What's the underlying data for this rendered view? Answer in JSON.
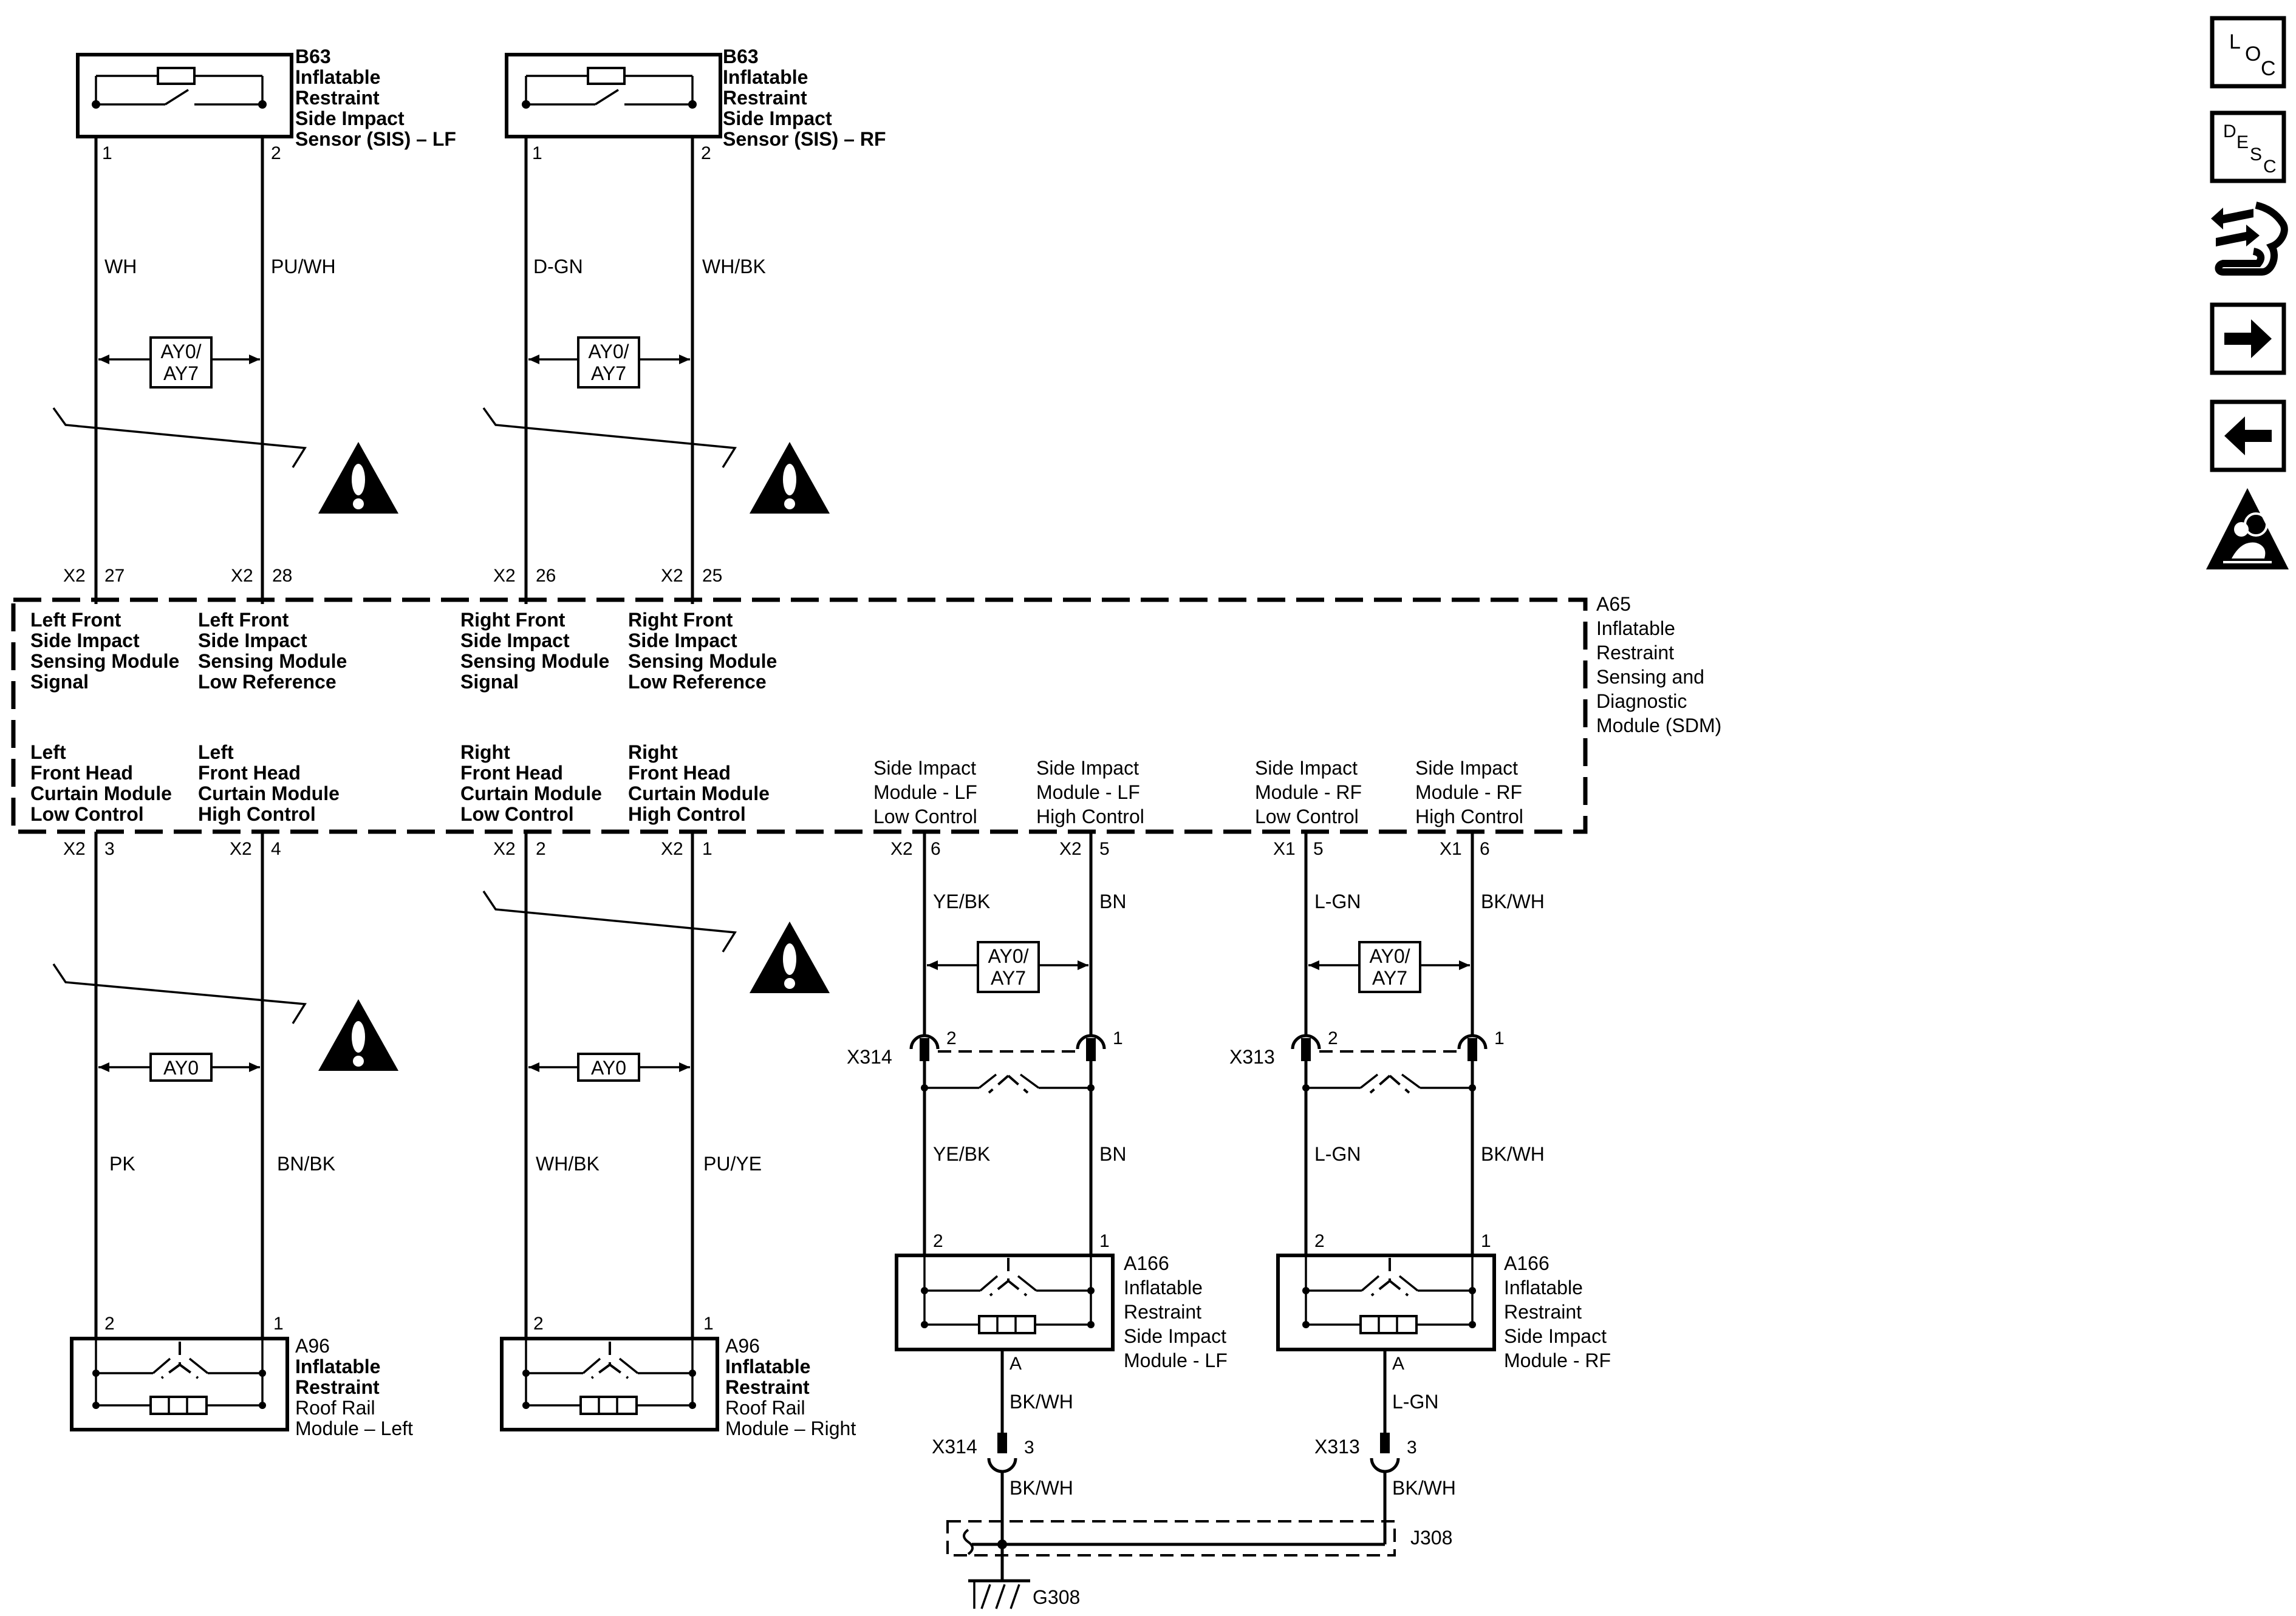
{
  "components": {
    "sis_lf": {
      "id": "B63",
      "lines": [
        "Inflatable",
        "Restraint",
        "Side Impact",
        "Sensor (SIS) – LF"
      ],
      "pins": [
        "1",
        "2"
      ]
    },
    "sis_rf": {
      "id": "B63",
      "lines": [
        "Inflatable",
        "Restraint",
        "Side Impact",
        "Sensor (SIS) – RF"
      ],
      "pins": [
        "1",
        "2"
      ]
    },
    "sdm": {
      "id": "A65",
      "lines": [
        "Inflatable",
        "Restraint",
        "Sensing and",
        "Diagnostic",
        "Module (SDM)"
      ]
    },
    "roof_left": {
      "id": "A96",
      "lines": [
        "Inflatable",
        "Restraint",
        "Roof Rail",
        "Module – Left"
      ],
      "pins": [
        "2",
        "1"
      ]
    },
    "roof_right": {
      "id": "A96",
      "lines": [
        "Inflatable",
        "Restraint",
        "Roof Rail",
        "Module – Right"
      ],
      "pins": [
        "2",
        "1"
      ]
    },
    "side_lf": {
      "id": "A166",
      "lines": [
        "Inflatable",
        "Restraint",
        "Side Impact",
        "Module - LF"
      ],
      "pins": [
        "2",
        "1"
      ],
      "pin_a": "A"
    },
    "side_rf": {
      "id": "A166",
      "lines": [
        "Inflatable",
        "Restraint",
        "Side Impact",
        "Module - RF"
      ],
      "pins": [
        "2",
        "1"
      ],
      "pin_a": "A"
    }
  },
  "sdm_pins": {
    "top": [
      {
        "conn": "X2",
        "pin": "27",
        "lines": [
          "Left Front",
          "Side Impact",
          "Sensing Module",
          "Signal"
        ]
      },
      {
        "conn": "X2",
        "pin": "28",
        "lines": [
          "Left Front",
          "Side Impact",
          "Sensing Module",
          "Low Reference"
        ]
      },
      {
        "conn": "X2",
        "pin": "26",
        "lines": [
          "Right Front",
          "Side Impact",
          "Sensing Module",
          "Signal"
        ]
      },
      {
        "conn": "X2",
        "pin": "25",
        "lines": [
          "Right Front",
          "Side Impact",
          "Sensing Module",
          "Low Reference"
        ]
      }
    ],
    "bottom": [
      {
        "conn": "X2",
        "pin": "3",
        "lines": [
          "Left",
          "Front Head",
          "Curtain Module",
          "Low Control"
        ]
      },
      {
        "conn": "X2",
        "pin": "4",
        "lines": [
          "Left",
          "Front Head",
          "Curtain Module",
          "High Control"
        ]
      },
      {
        "conn": "X2",
        "pin": "2",
        "lines": [
          "Right",
          "Front Head",
          "Curtain Module",
          "Low Control"
        ]
      },
      {
        "conn": "X2",
        "pin": "1",
        "lines": [
          "Right",
          "Front Head",
          "Curtain Module",
          "High Control"
        ]
      },
      {
        "conn": "X2",
        "pin": "6",
        "lines": [
          "Side Impact",
          "Module - LF",
          "Low Control"
        ]
      },
      {
        "conn": "X2",
        "pin": "5",
        "lines": [
          "Side Impact",
          "Module - LF",
          "High Control"
        ]
      },
      {
        "conn": "X1",
        "pin": "5",
        "lines": [
          "Side Impact",
          "Module - RF",
          "Low Control"
        ]
      },
      {
        "conn": "X1",
        "pin": "6",
        "lines": [
          "Side Impact",
          "Module - RF",
          "High Control"
        ]
      }
    ]
  },
  "wires": {
    "sis_lf": [
      "WH",
      "PU/WH"
    ],
    "sis_rf": [
      "D-GN",
      "WH/BK"
    ],
    "roof_left": [
      "PK",
      "BN/BK"
    ],
    "roof_right": [
      "WH/BK",
      "PU/YE"
    ],
    "side_lf_upper": [
      "YE/BK",
      "BN"
    ],
    "side_lf_lower": [
      "YE/BK",
      "BN"
    ],
    "side_rf_upper": [
      "L-GN",
      "BK/WH"
    ],
    "side_rf_lower": [
      "L-GN",
      "BK/WH"
    ],
    "ground_lf_a": "BK/WH",
    "ground_lf_b": "BK/WH",
    "ground_rf_a": "L-GN",
    "ground_rf_b": "BK/WH"
  },
  "options": {
    "twisted": [
      "AY0/",
      "AY7"
    ],
    "single": "AY0"
  },
  "connectors": {
    "x314": {
      "name": "X314",
      "pins": [
        "2",
        "1"
      ],
      "pin3": "3"
    },
    "x313": {
      "name": "X313",
      "pins": [
        "2",
        "1"
      ],
      "pin3": "3"
    },
    "splice": "J308",
    "ground": "G308"
  },
  "nav": {
    "loc": [
      "L",
      "O",
      "C"
    ],
    "desc": [
      "D",
      "E",
      "S",
      "C"
    ],
    "icons": [
      "component-locator-icon",
      "description-icon",
      "connector-end-view-icon",
      "next-page-icon",
      "previous-page-icon",
      "airbag-caution-icon"
    ]
  }
}
